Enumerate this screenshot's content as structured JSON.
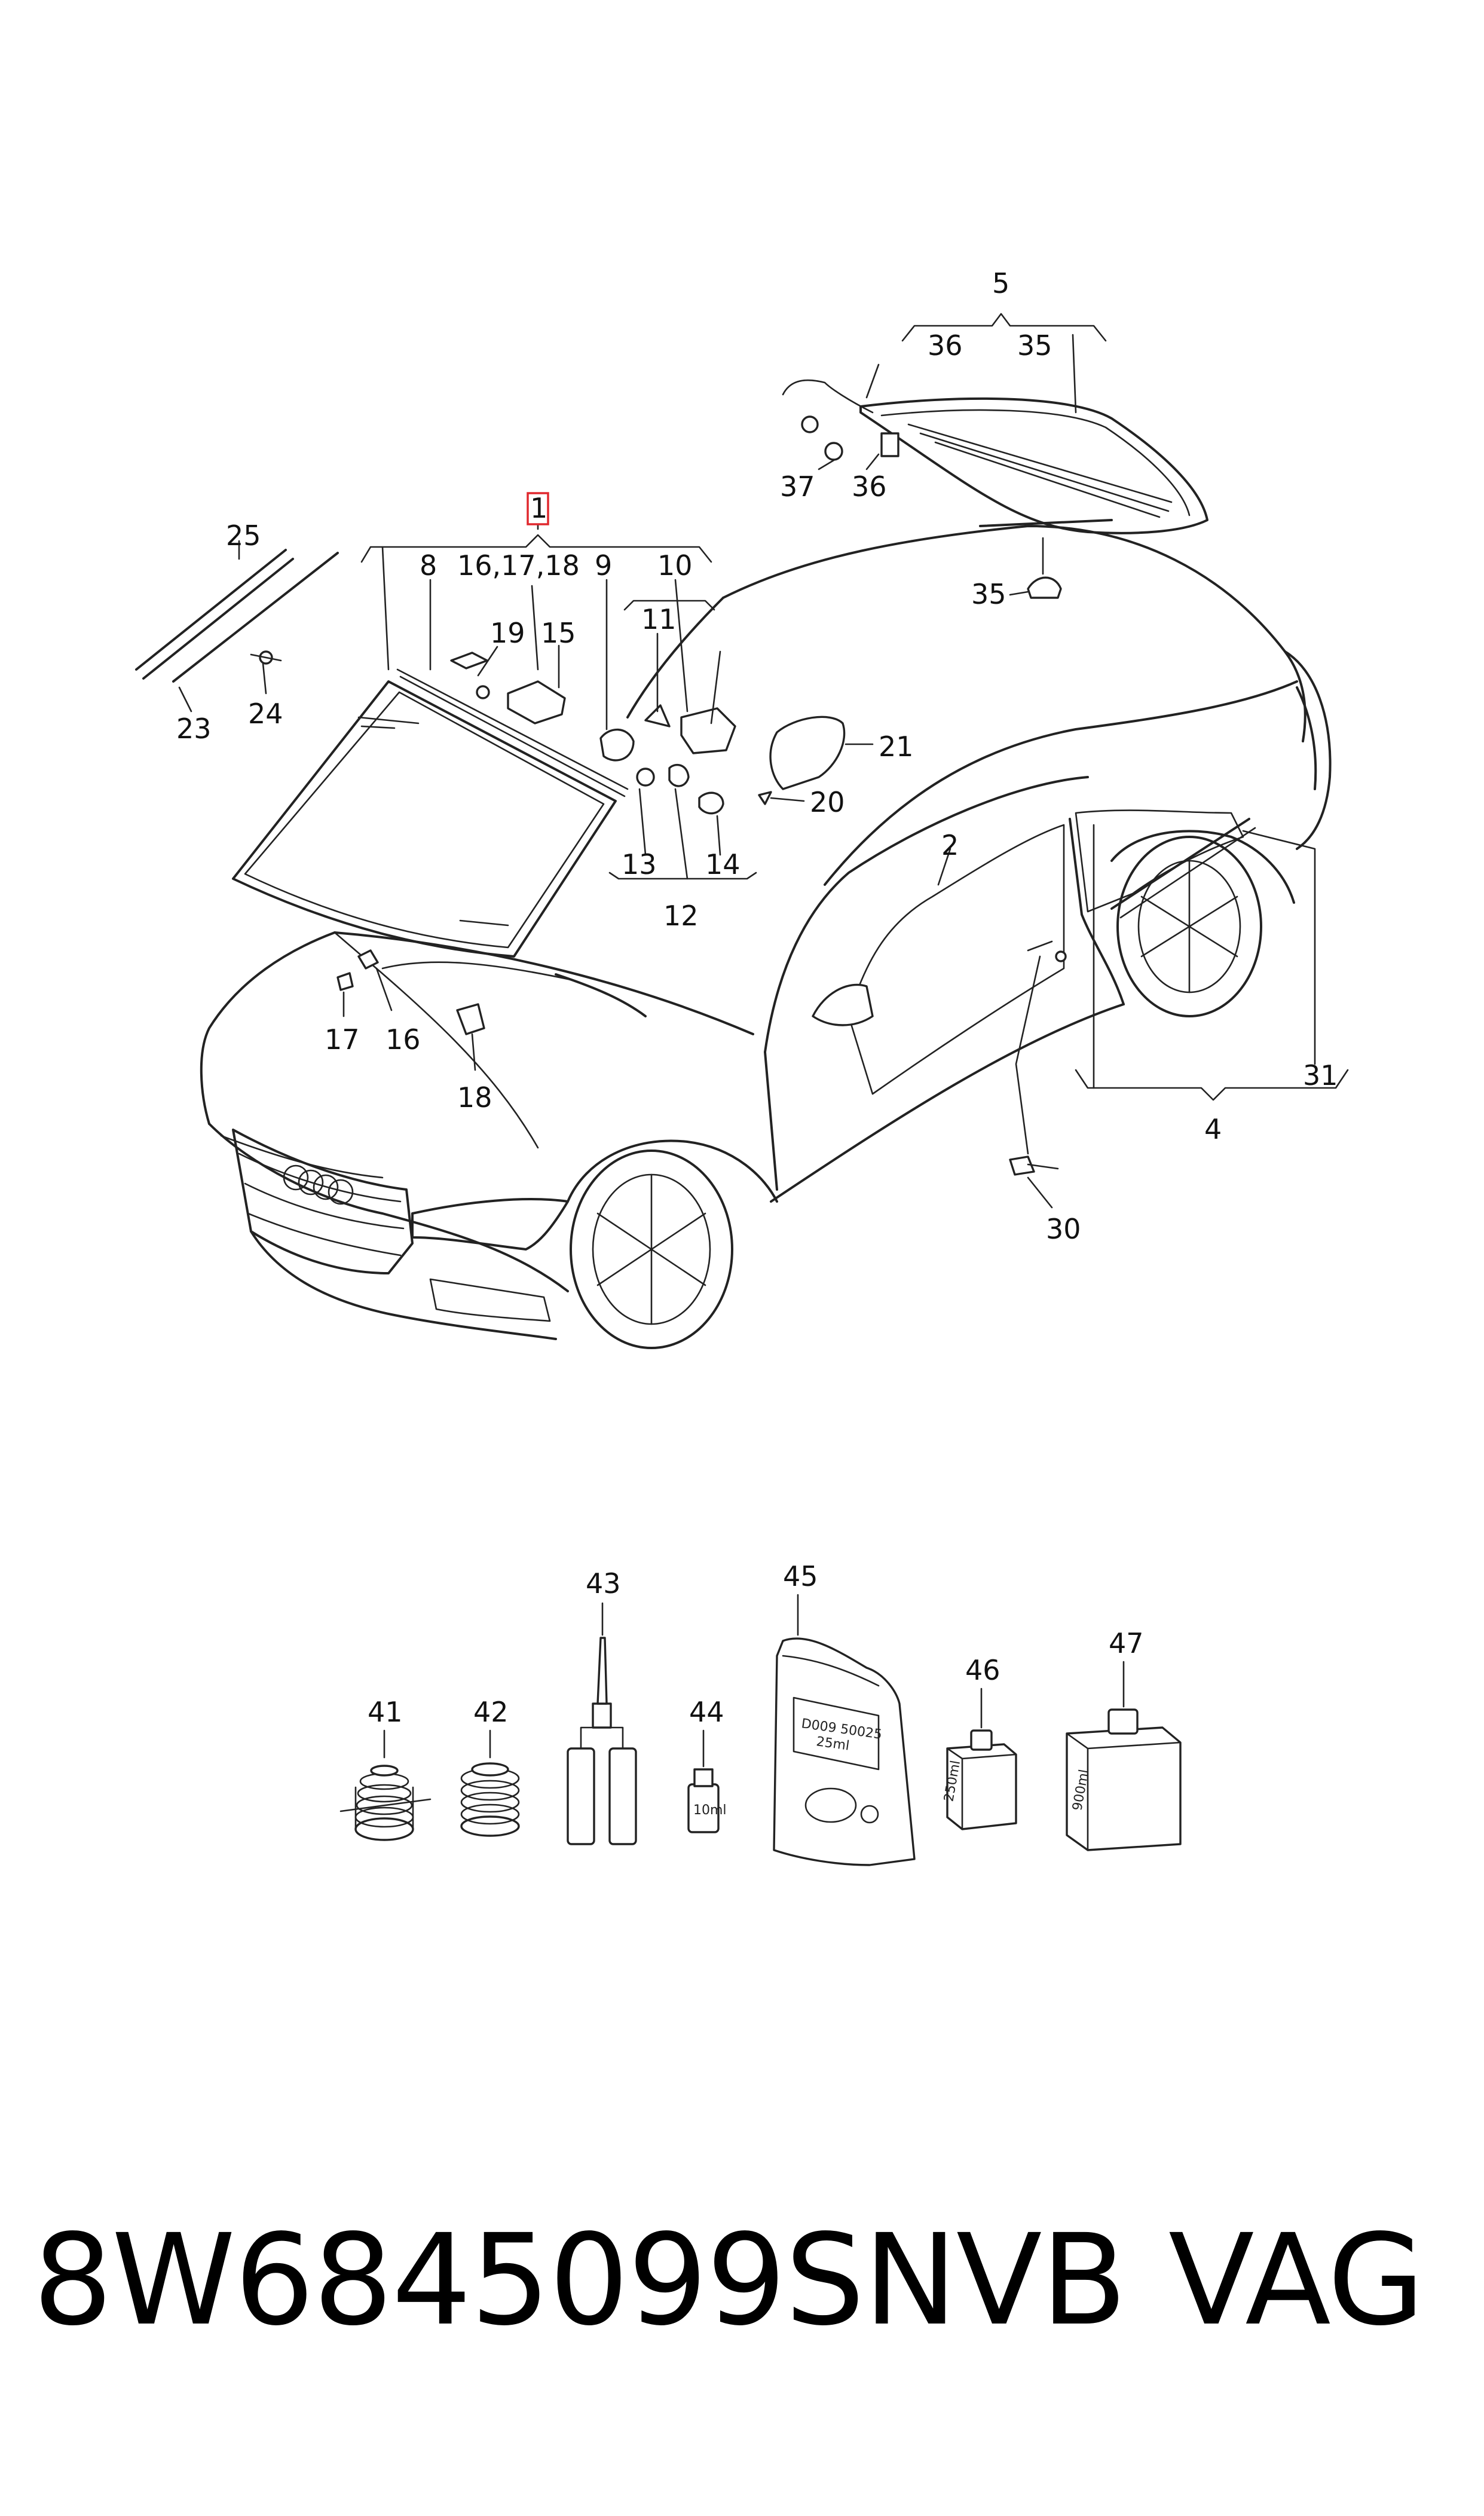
{
  "callouts": {
    "c1": "1",
    "c2": "2",
    "c4": "4",
    "c5": "5",
    "c8": "8",
    "c9": "9",
    "c10": "10",
    "c11": "11",
    "c12": "12",
    "c13": "13",
    "c14": "14",
    "c15": "15",
    "c16a": "16,17,18",
    "c16": "16",
    "c17": "17",
    "c18": "18",
    "c19": "19",
    "c20": "20",
    "c21": "21",
    "c23": "23",
    "c24": "24",
    "c25": "25",
    "c30": "30",
    "c31": "31",
    "c35a": "35",
    "c35b": "35",
    "c36a": "36",
    "c36b": "36",
    "c37": "37",
    "c41": "41",
    "c42": "42",
    "c43": "43",
    "c44": "44",
    "c45": "45",
    "c46": "46",
    "c47": "47"
  },
  "product_labels": {
    "bag_code": "D009 50025",
    "bag_sub": "25ml",
    "bottle_small": "10ml",
    "bottle_medium": "250ml",
    "bottle_large": "900ml"
  },
  "footer": {
    "part_number": "8W6845099SNVB",
    "brand": "VAG"
  },
  "colors": {
    "highlight_box": "#e0282e",
    "line": "#222222",
    "background": "#ffffff"
  }
}
